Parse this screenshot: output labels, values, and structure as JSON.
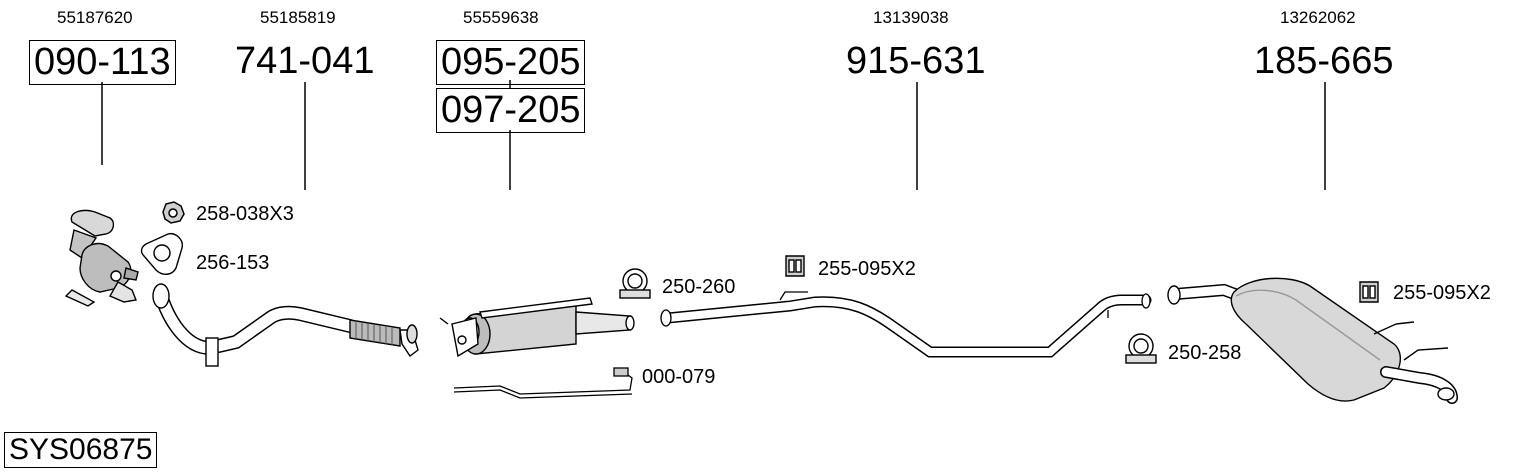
{
  "diagram": {
    "system_code": "SYS06875",
    "main_parts": [
      {
        "oem": "55187620",
        "part": "090-113"
      },
      {
        "oem": "55185819",
        "part": "741-041"
      },
      {
        "oem": "55559638",
        "part": "095-205",
        "alt_part": "097-205"
      },
      {
        "oem": "13139038",
        "part": "915-631"
      },
      {
        "oem": "13262062",
        "part": "185-665"
      }
    ],
    "accessories": [
      {
        "label": "258-038X3",
        "icon": "nut-icon"
      },
      {
        "label": "256-153",
        "icon": "gasket-icon"
      },
      {
        "label": "250-260",
        "icon": "clamp-icon"
      },
      {
        "label": "255-095X2",
        "icon": "rubber-hanger-icon"
      },
      {
        "label": "000-079",
        "icon": "sensor-pipe-icon"
      },
      {
        "label": "250-258",
        "icon": "clamp-icon"
      },
      {
        "label": "255-095X2",
        "icon": "rubber-hanger-icon"
      }
    ]
  }
}
